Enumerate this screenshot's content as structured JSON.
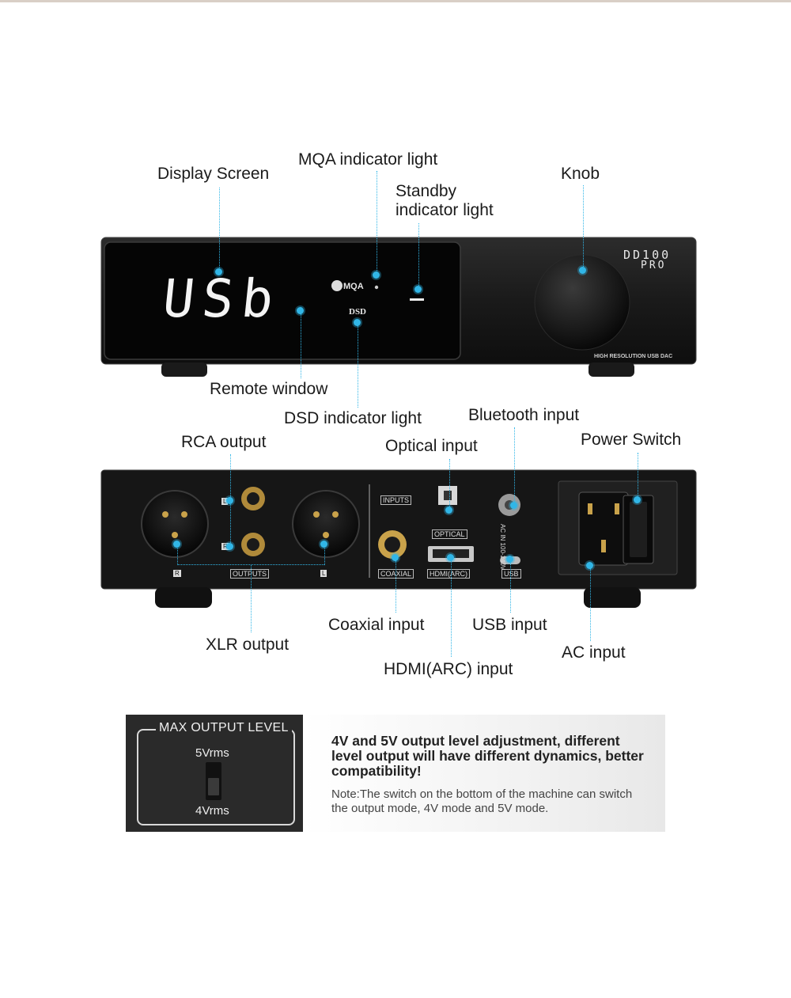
{
  "front": {
    "labels": {
      "display_screen": "Display Screen",
      "mqa_light": "MQA indicator light",
      "standby_light": "Standby indicator light",
      "knob": "Knob",
      "remote_window": "Remote window",
      "dsd_light": "DSD indicator light"
    },
    "screen_text": "USb",
    "mqa_badge": "MQA",
    "dsd_badge": "DSD",
    "brand_line1": "DD100",
    "brand_line2": "PRO",
    "subtitle": "HIGH RESOLUTION USB DAC"
  },
  "rear": {
    "labels": {
      "rca_output": "RCA output",
      "optical_input": "Optical input",
      "bluetooth_input": "Bluetooth input",
      "power_switch": "Power Switch",
      "xlr_output": "XLR output",
      "coaxial_input": "Coaxial input",
      "usb_input": "USB input",
      "hdmi_input": "HDMI(ARC) input",
      "ac_input": "AC input"
    },
    "silk": {
      "outputs": "OUTPUTS",
      "inputs": "INPUTS",
      "optical": "OPTICAL",
      "coaxial": "COAXIAL",
      "hdmi": "HDMI(ARC)",
      "usb": "USB",
      "ac": "AC IN 100-240V",
      "left": "L",
      "right": "R"
    }
  },
  "output_level": {
    "frame_title": "MAX OUTPUT LEVEL",
    "top_option": "5Vrms",
    "bottom_option": "4Vrms",
    "headline": "4V and 5V output level adjustment, different level output will have different dynamics, better compatibility!",
    "note": "Note:The switch on the bottom of the machine can switch the output mode, 4V mode and 5V mode."
  },
  "colors": {
    "accent": "#31b6e7",
    "device": "#1c1c1c",
    "gold": "#c9a24a"
  }
}
